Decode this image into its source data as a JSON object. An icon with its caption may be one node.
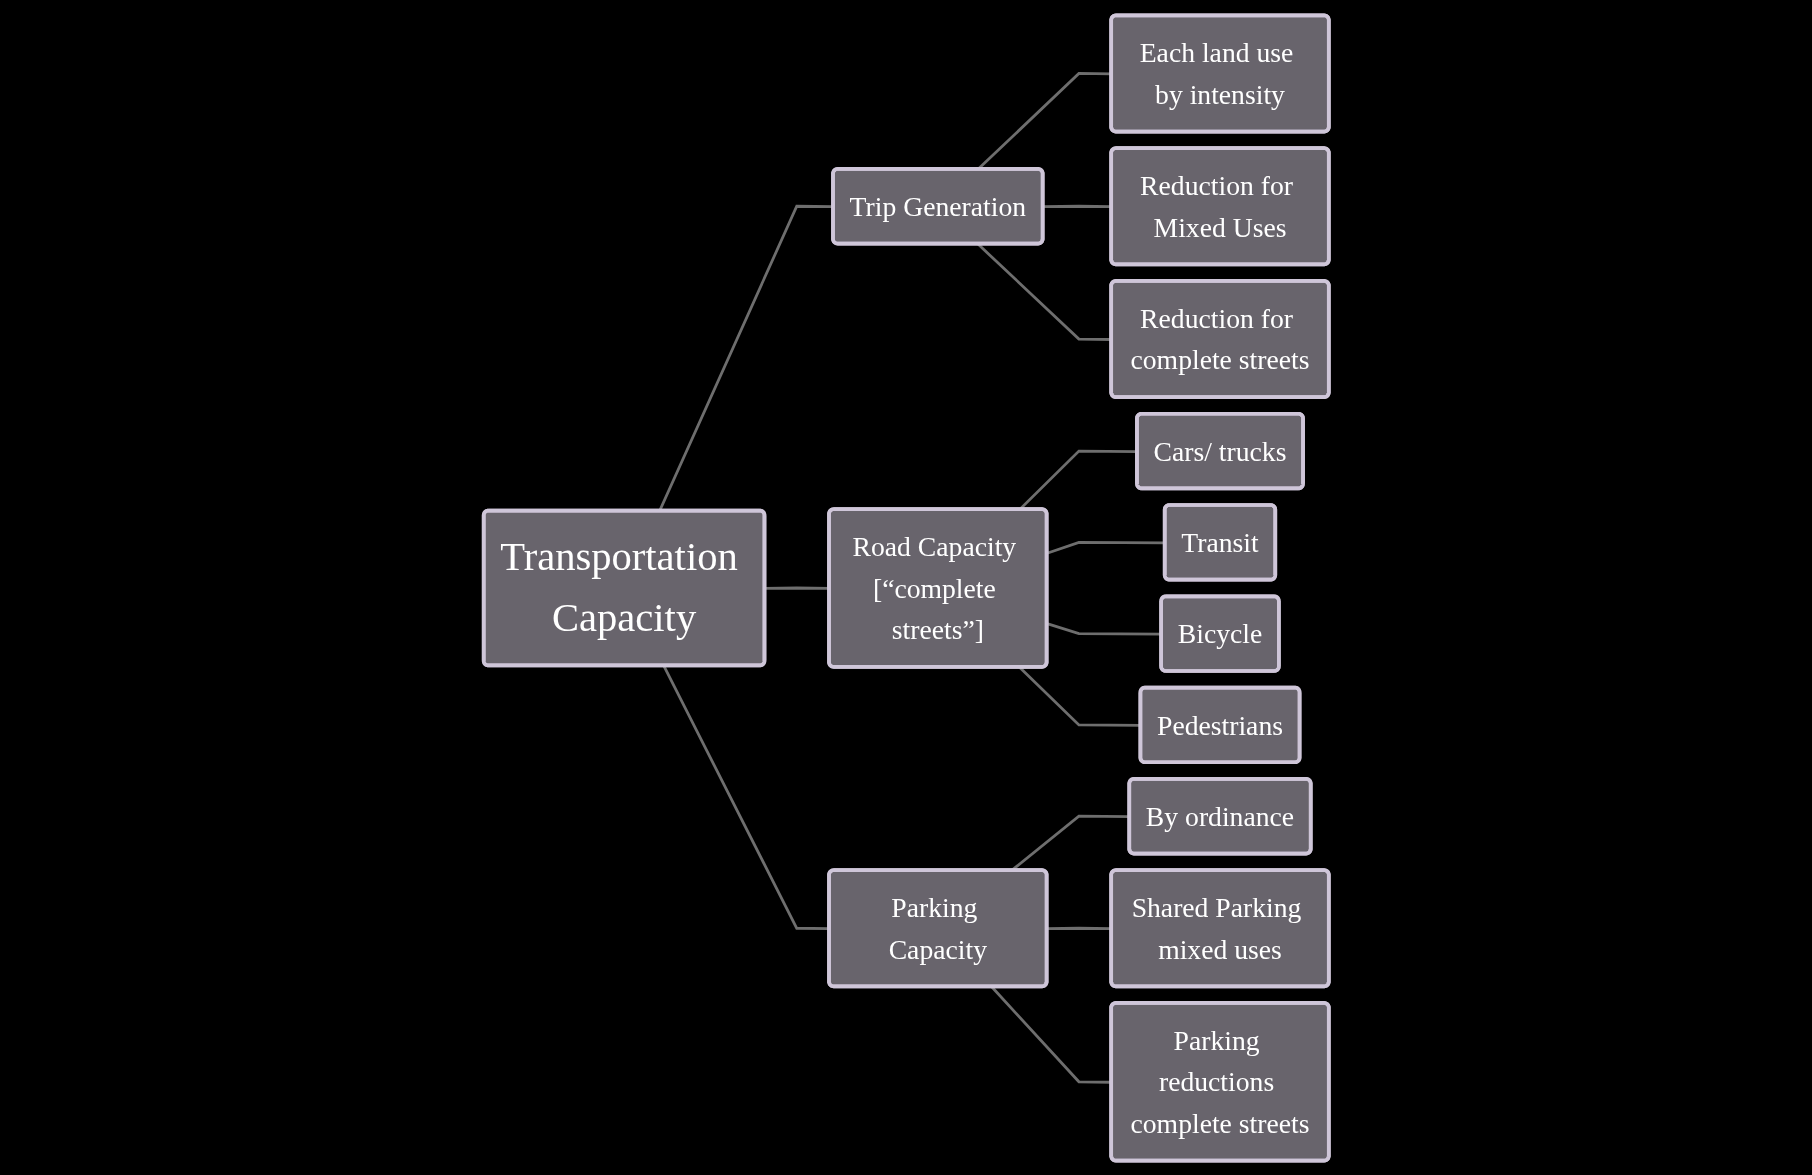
{
  "diagram": {
    "nodes": [
      {
        "text": [
          "Transportation Capacity"
        ]
      },
      {
        "text": [
          "Trip Generation"
        ]
      },
      {
        "text": [
          "Each land use by intensity"
        ]
      },
      {
        "text": [
          "Reduction for Mixed Uses"
        ]
      },
      {
        "text": [
          "Reduction for complete streets"
        ]
      },
      {
        "text": [
          "Road Capacity [“complete streets”]"
        ]
      },
      {
        "text": [
          "Cars/ trucks"
        ]
      },
      {
        "text": [
          "Transit"
        ]
      },
      {
        "text": [
          "Bicycle"
        ]
      },
      {
        "text": [
          "Pedestrians"
        ]
      },
      {
        "text": [
          "Parking Capacity"
        ]
      },
      {
        "text": [
          "By ordinance"
        ]
      },
      {
        "text": [
          "Shared Parking mixed uses"
        ]
      },
      {
        "text": [
          "Parking reductions complete streets"
        ]
      }
    ],
    "edges": [
      {
        "from": 0,
        "to": 1,
        "arrow": "none"
      },
      {
        "from": 1,
        "to": 2,
        "arrow": "none"
      },
      {
        "from": 1,
        "to": 3,
        "arrow": "none"
      },
      {
        "from": 1,
        "to": 4,
        "arrow": "none"
      },
      {
        "from": 0,
        "to": 5,
        "arrow": "none"
      },
      {
        "from": 5,
        "to": 6,
        "arrow": "none"
      },
      {
        "from": 5,
        "to": 7,
        "arrow": "none"
      },
      {
        "from": 5,
        "to": 8,
        "arrow": "none"
      },
      {
        "from": 5,
        "to": 9,
        "arrow": "none"
      },
      {
        "from": 0,
        "to": 10,
        "arrow": "none"
      },
      {
        "from": 10,
        "to": 11,
        "arrow": "none"
      },
      {
        "from": 10,
        "to": 12,
        "arrow": "none"
      },
      {
        "from": 10,
        "to": 13,
        "arrow": "none"
      }
    ]
  }
}
